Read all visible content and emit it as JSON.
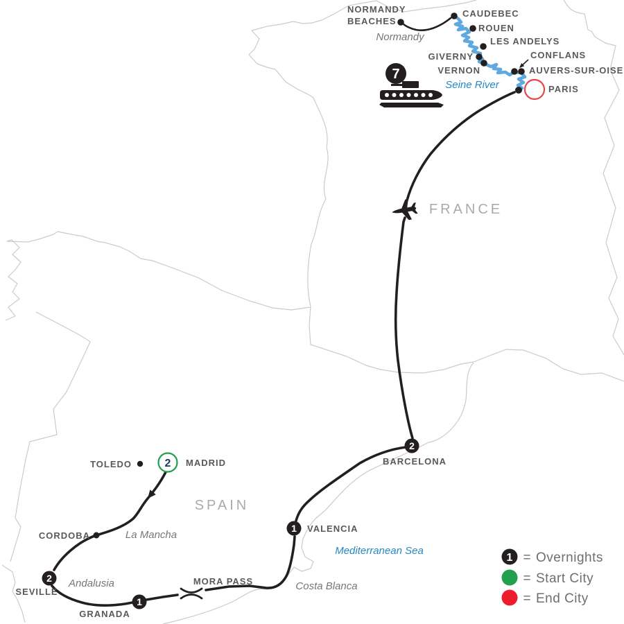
{
  "countries": {
    "france": "FRANCE",
    "spain": "SPAIN"
  },
  "regions": {
    "normandy": "Normandy",
    "la_mancha": "La Mancha",
    "andalusia": "Andalusia",
    "costa_blanca": "Costa Blanca"
  },
  "waters": {
    "seine": "Seine River",
    "mediterranean": "Mediterranean Sea"
  },
  "cruise": {
    "nights": "7"
  },
  "cities": {
    "normandy_beaches": {
      "line1": "NORMANDY",
      "line2": "BEACHES"
    },
    "caudebec": {
      "label": "CAUDEBEC"
    },
    "rouen": {
      "label": "ROUEN"
    },
    "les_andelys": {
      "label": "LES ANDELYS"
    },
    "giverny": {
      "label": "GIVERNY"
    },
    "vernon": {
      "label": "VERNON"
    },
    "conflans": {
      "label": "CONFLANS"
    },
    "auvers": {
      "label": "AUVERS-SUR-OISE"
    },
    "paris": {
      "label": "PARIS",
      "type": "end"
    },
    "barcelona": {
      "label": "BARCELONA",
      "nights": "2"
    },
    "valencia": {
      "label": "VALENCIA",
      "nights": "1"
    },
    "mora_pass": {
      "label": "MORA PASS"
    },
    "granada": {
      "label": "GRANADA",
      "nights": "1"
    },
    "seville": {
      "label": "SEVILLE",
      "nights": "2"
    },
    "cordoba": {
      "label": "CORDOBA"
    },
    "toledo": {
      "label": "TOLEDO"
    },
    "madrid": {
      "label": "MADRID",
      "nights": "2",
      "type": "start"
    }
  },
  "legend": {
    "rows": [
      {
        "value": "1",
        "eq": "=",
        "label": "Overnights"
      },
      {
        "eq": "=",
        "label": "Start City"
      },
      {
        "eq": "=",
        "label": "End City"
      }
    ]
  },
  "colors": {
    "route": "#231F20",
    "river": "#5FA9DE",
    "water_text": "#2489C5",
    "label_gray": "#58595B",
    "region_gray": "#75767A",
    "country_gray": "#A8AAAD",
    "coast_gray": "#CBCBCB",
    "legend_gray": "#6D6E71",
    "start_green": "#22A050",
    "end_red": "#EC1C2D",
    "end_ring_red": "#E4464B",
    "madrid_navy": "#1C3A60"
  }
}
